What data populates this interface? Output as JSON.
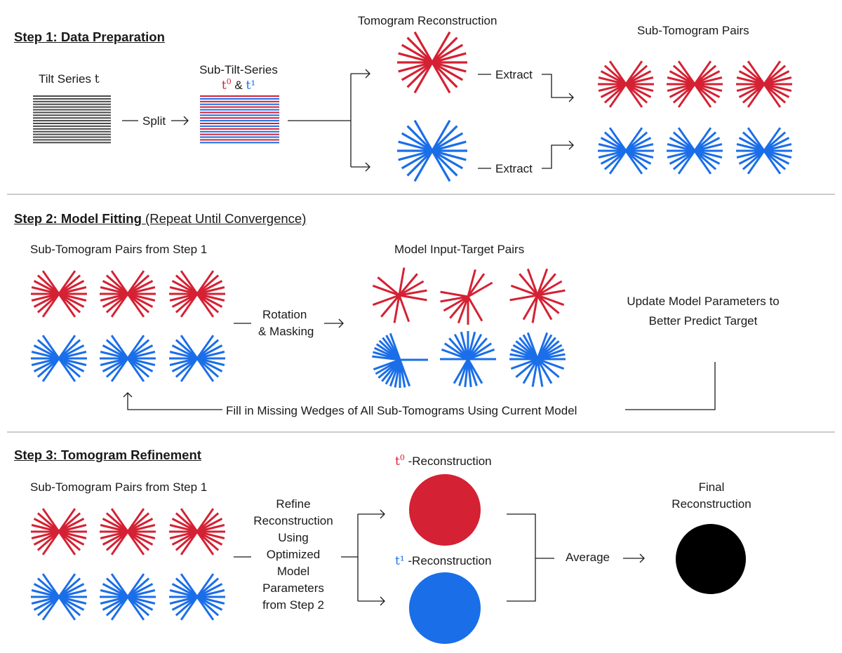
{
  "colors": {
    "red": "#d42133",
    "blue": "#1a6ee8",
    "black": "#000000",
    "line": "#1a1a1a",
    "divider": "#999999"
  },
  "step1": {
    "title": "Step 1: Data Preparation",
    "tilt_series": {
      "label_text": "Tilt Series",
      "label_var": "t"
    },
    "split_label": "Split",
    "sub_tilt": {
      "label": "Sub-Tilt-Series",
      "t0_base": "t",
      "t0_sup": "0",
      "amp": "&",
      "t1": "t¹"
    },
    "tomogram_label": "Tomogram Reconstruction",
    "extract_label": "Extract",
    "pairs_label": "Sub-Tomogram Pairs"
  },
  "step2": {
    "title": "Step 2: Model Fitting",
    "subtitle": "(Repeat Until Convergence)",
    "pairs_label": "Sub-Tomogram Pairs from Step 1",
    "rotation_label_1": "Rotation",
    "rotation_label_2": "& Masking",
    "model_pairs_label": "Model Input-Target Pairs",
    "update_label_1": "Update Model Parameters to",
    "update_label_2": "Better Predict Target",
    "fill_label": "Fill in Missing Wedges of All Sub-Tomograms Using Current Model"
  },
  "step3": {
    "title": "Step 3: Tomogram Refinement",
    "pairs_label": "Sub-Tomogram Pairs from Step 1",
    "refine_lines": [
      "Refine",
      "Reconstruction",
      "Using",
      "Optimized",
      "Model",
      "Parameters",
      "from Step 2"
    ],
    "t0_base": "t",
    "t0_sup": "0",
    "t0_suffix": "-Reconstruction",
    "t1": "t¹",
    "t1_suffix": "-Reconstruction",
    "average_label": "Average",
    "final_label_1": "Final",
    "final_label_2": "Reconstruction"
  }
}
